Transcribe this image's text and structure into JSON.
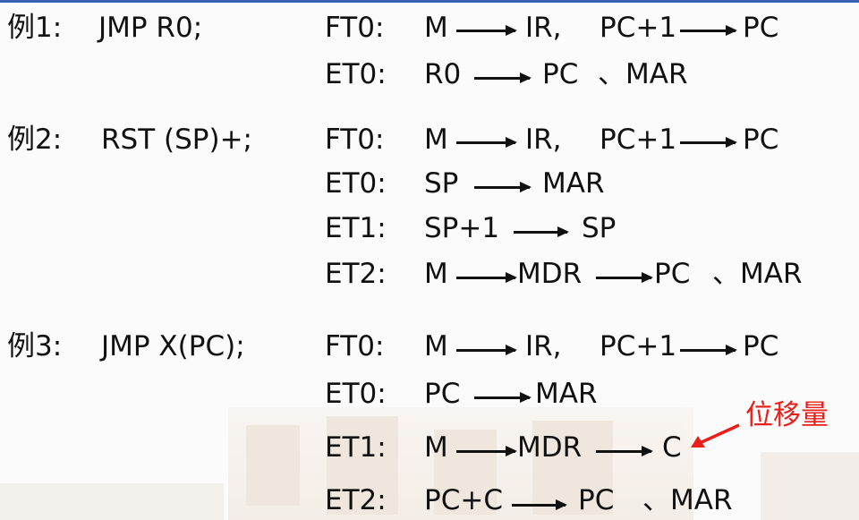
{
  "examples": [
    {
      "label": "例1:",
      "instruction": "JMP R0;",
      "steps": [
        {
          "phase": "FT0:",
          "parts": [
            "M",
            "IR,",
            "PC+1",
            "PC"
          ]
        },
        {
          "phase": "ET0:",
          "parts": [
            "R0",
            "PC",
            "、MAR"
          ]
        }
      ]
    },
    {
      "label": "例2:",
      "instruction": "RST (SP)+;",
      "steps": [
        {
          "phase": "FT0:",
          "parts": [
            "M",
            "IR,",
            "PC+1",
            "PC"
          ]
        },
        {
          "phase": "ET0:",
          "parts": [
            "SP",
            "MAR"
          ]
        },
        {
          "phase": "ET1:",
          "parts": [
            "SP+1",
            "SP"
          ]
        },
        {
          "phase": "ET2:",
          "parts": [
            "M",
            "MDR",
            "PC",
            "、MAR"
          ]
        }
      ]
    },
    {
      "label": "例3:",
      "instruction": "JMP X(PC);",
      "steps": [
        {
          "phase": "FT0:",
          "parts": [
            "M",
            "IR,",
            "PC+1",
            "PC"
          ]
        },
        {
          "phase": "ET0:",
          "parts": [
            "PC",
            "MAR"
          ]
        },
        {
          "phase": "ET1:",
          "parts": [
            "M",
            "MDR",
            "C"
          ]
        },
        {
          "phase": "ET2:",
          "parts": [
            "PC+C",
            "PC",
            "、MAR"
          ]
        }
      ]
    }
  ],
  "annotation": {
    "text": "位移量",
    "color": "#e8201b"
  }
}
